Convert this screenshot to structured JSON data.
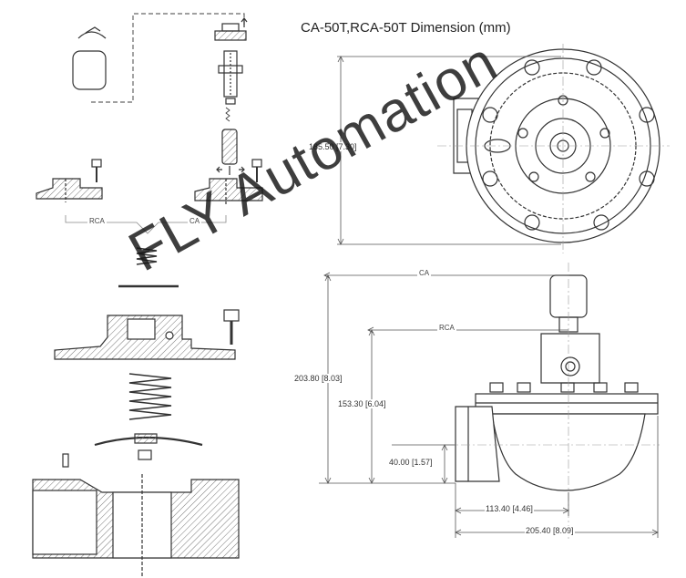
{
  "title": "CA-50T,RCA-50T Dimension (mm)",
  "watermark": "FLY Automation",
  "labels": {
    "rca_left": "RCA",
    "ca_left": "CA",
    "ca_right": "CA",
    "rca_right": "RCA"
  },
  "dimensions": {
    "top_height": "185.50 [7.30]",
    "total_height": "203.80 [8.03]",
    "rca_height": "153.30 [6.04]",
    "port_height": "40.00 [1.57]",
    "half_width": "113.40 [4.46]",
    "total_width": "205.40 [8.09]"
  },
  "colors": {
    "line": "#333333",
    "hatch": "#777777",
    "dim_line": "#555555",
    "background": "#ffffff"
  }
}
